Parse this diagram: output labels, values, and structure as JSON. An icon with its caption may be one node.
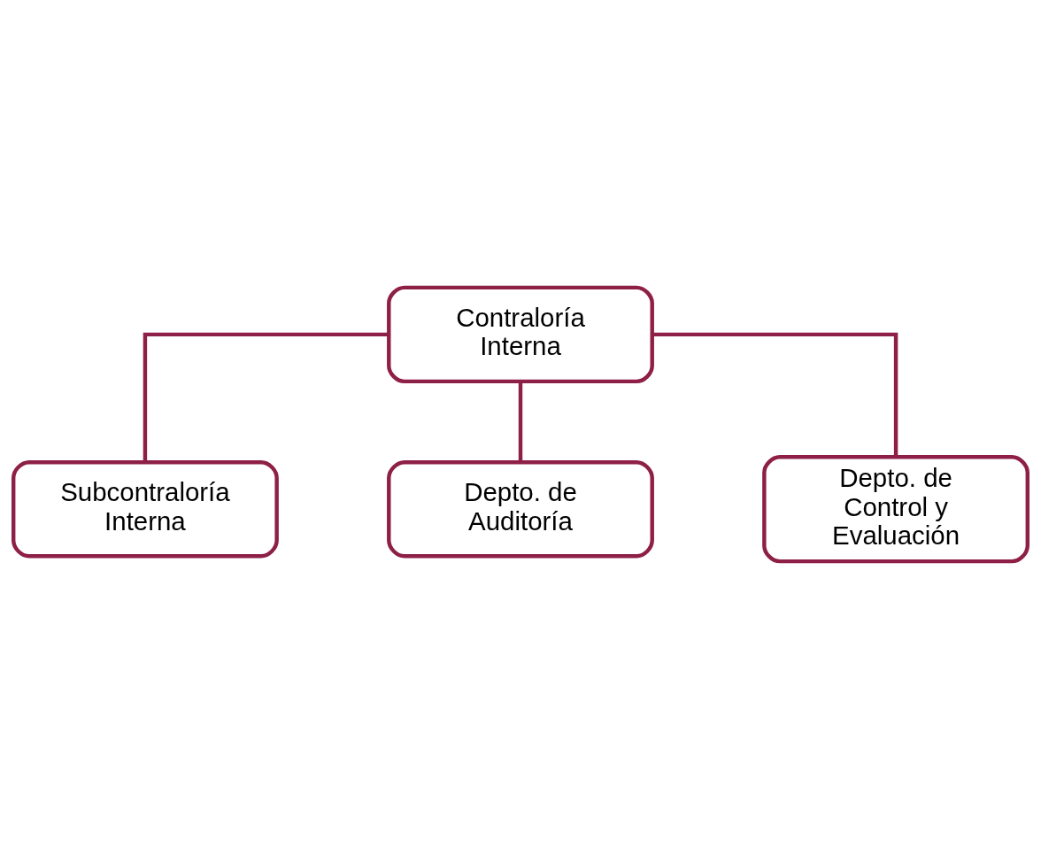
{
  "diagram": {
    "nodes": [
      {
        "text": [
          "Contraloría Interna"
        ]
      },
      {
        "text": [
          "Subcontraloría Interna"
        ]
      },
      {
        "text": [
          "Depto. de Auditoría"
        ]
      },
      {
        "text": [
          "Depto. de Control y Evaluación"
        ]
      }
    ],
    "edges": [
      {
        "from": 0,
        "to": 1,
        "arrow": "none"
      },
      {
        "from": 0,
        "to": 2,
        "arrow": "none"
      },
      {
        "from": 0,
        "to": 3,
        "arrow": "none"
      }
    ]
  }
}
